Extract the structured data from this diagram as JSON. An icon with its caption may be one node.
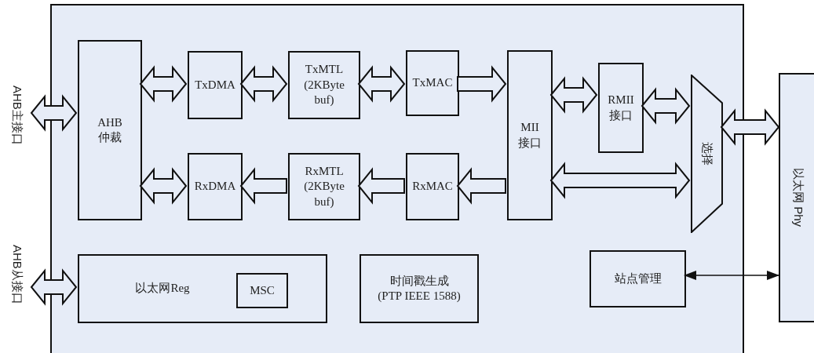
{
  "diagram": {
    "nodes": [
      {
        "text": [],
        "shape": "box"
      },
      {
        "text": [
          "AHB主接口"
        ]
      },
      {
        "text": [
          "AHB 仲裁"
        ],
        "in": 0
      },
      {
        "text": [
          "TxDMA"
        ],
        "in": 0
      },
      {
        "text": [
          "TxMTL (2KByte buf)"
        ],
        "in": 0
      },
      {
        "text": [
          "TxMAC"
        ],
        "in": 0
      },
      {
        "text": [
          "RxDMA"
        ],
        "in": 0
      },
      {
        "text": [
          "RxMTL (2KByte buf)"
        ],
        "in": 0
      },
      {
        "text": [
          "RxMAC"
        ],
        "in": 0
      },
      {
        "text": [
          "MII 接口"
        ],
        "in": 0
      },
      {
        "text": [
          "RMII 接口"
        ],
        "in": 0
      },
      {
        "text": [
          "选择"
        ],
        "in": 0
      },
      {
        "text": [
          "以太网 Phy"
        ]
      },
      {
        "text": [
          "AHB从接口"
        ]
      },
      {
        "text": [
          "以太网Reg"
        ],
        "in": 0
      },
      {
        "text": [
          "MSC"
        ],
        "in": 14
      },
      {
        "text": [
          "时间戳生成",
          "(PTP IEEE 1588)"
        ],
        "in": 0
      },
      {
        "text": [
          "站点管理"
        ],
        "in": 0
      }
    ],
    "edges": [
      {
        "from": 1,
        "to": 2,
        "arrow": "both"
      },
      {
        "from": 2,
        "to": 3,
        "arrow": "both"
      },
      {
        "from": 3,
        "to": 4,
        "arrow": "both"
      },
      {
        "from": 4,
        "to": 5,
        "arrow": "both"
      },
      {
        "from": 5,
        "to": 9,
        "arrow": "to"
      },
      {
        "from": 2,
        "to": 6,
        "arrow": "both"
      },
      {
        "from": 7,
        "to": 6,
        "arrow": "to"
      },
      {
        "from": 8,
        "to": 7,
        "arrow": "to"
      },
      {
        "from": 9,
        "to": 8,
        "arrow": "to"
      },
      {
        "from": 9,
        "to": 10,
        "arrow": "both"
      },
      {
        "from": 10,
        "to": 11,
        "arrow": "both"
      },
      {
        "from": 9,
        "to": 11,
        "arrow": "both"
      },
      {
        "from": 11,
        "to": 12,
        "arrow": "both"
      },
      {
        "from": 13,
        "to": 14,
        "arrow": "both"
      },
      {
        "from": 17,
        "to": 12,
        "arrow": "both"
      }
    ]
  }
}
